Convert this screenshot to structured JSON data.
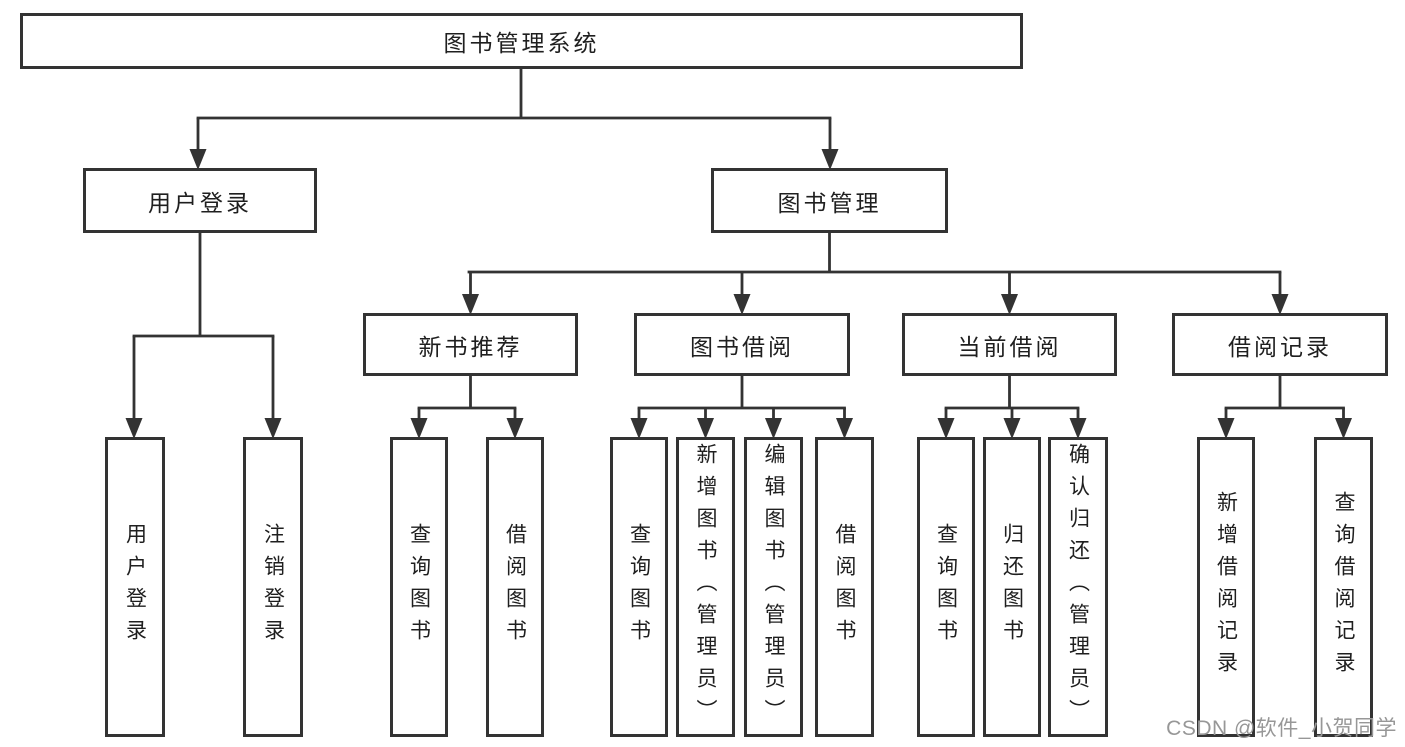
{
  "tree": {
    "root": {
      "label": "图书管理系统"
    },
    "branches": [
      {
        "label": "用户登录",
        "leaves": [
          {
            "label": "用户登录"
          },
          {
            "label": "注销登录"
          }
        ]
      },
      {
        "label": "图书管理",
        "groups": [
          {
            "label": "新书推荐",
            "leaves": [
              {
                "label": "查询图书"
              },
              {
                "label": "借阅图书"
              }
            ]
          },
          {
            "label": "图书借阅",
            "leaves": [
              {
                "label": "查询图书"
              },
              {
                "label": "新增图书（管理员）"
              },
              {
                "label": "编辑图书（管理员）"
              },
              {
                "label": "借阅图书"
              }
            ]
          },
          {
            "label": "当前借阅",
            "leaves": [
              {
                "label": "查询图书"
              },
              {
                "label": "归还图书"
              },
              {
                "label": "确认归还（管理员）"
              }
            ]
          },
          {
            "label": "借阅记录",
            "leaves": [
              {
                "label": "新增借阅记录"
              },
              {
                "label": "查询借阅记录"
              }
            ]
          }
        ]
      }
    ]
  },
  "watermark": {
    "text": "CSDN @软件_小贺同学",
    "color": "#979797"
  },
  "colors": {
    "line": "#333333",
    "border": "#333333",
    "text": "#1f1f1f",
    "background": "#ffffff"
  }
}
